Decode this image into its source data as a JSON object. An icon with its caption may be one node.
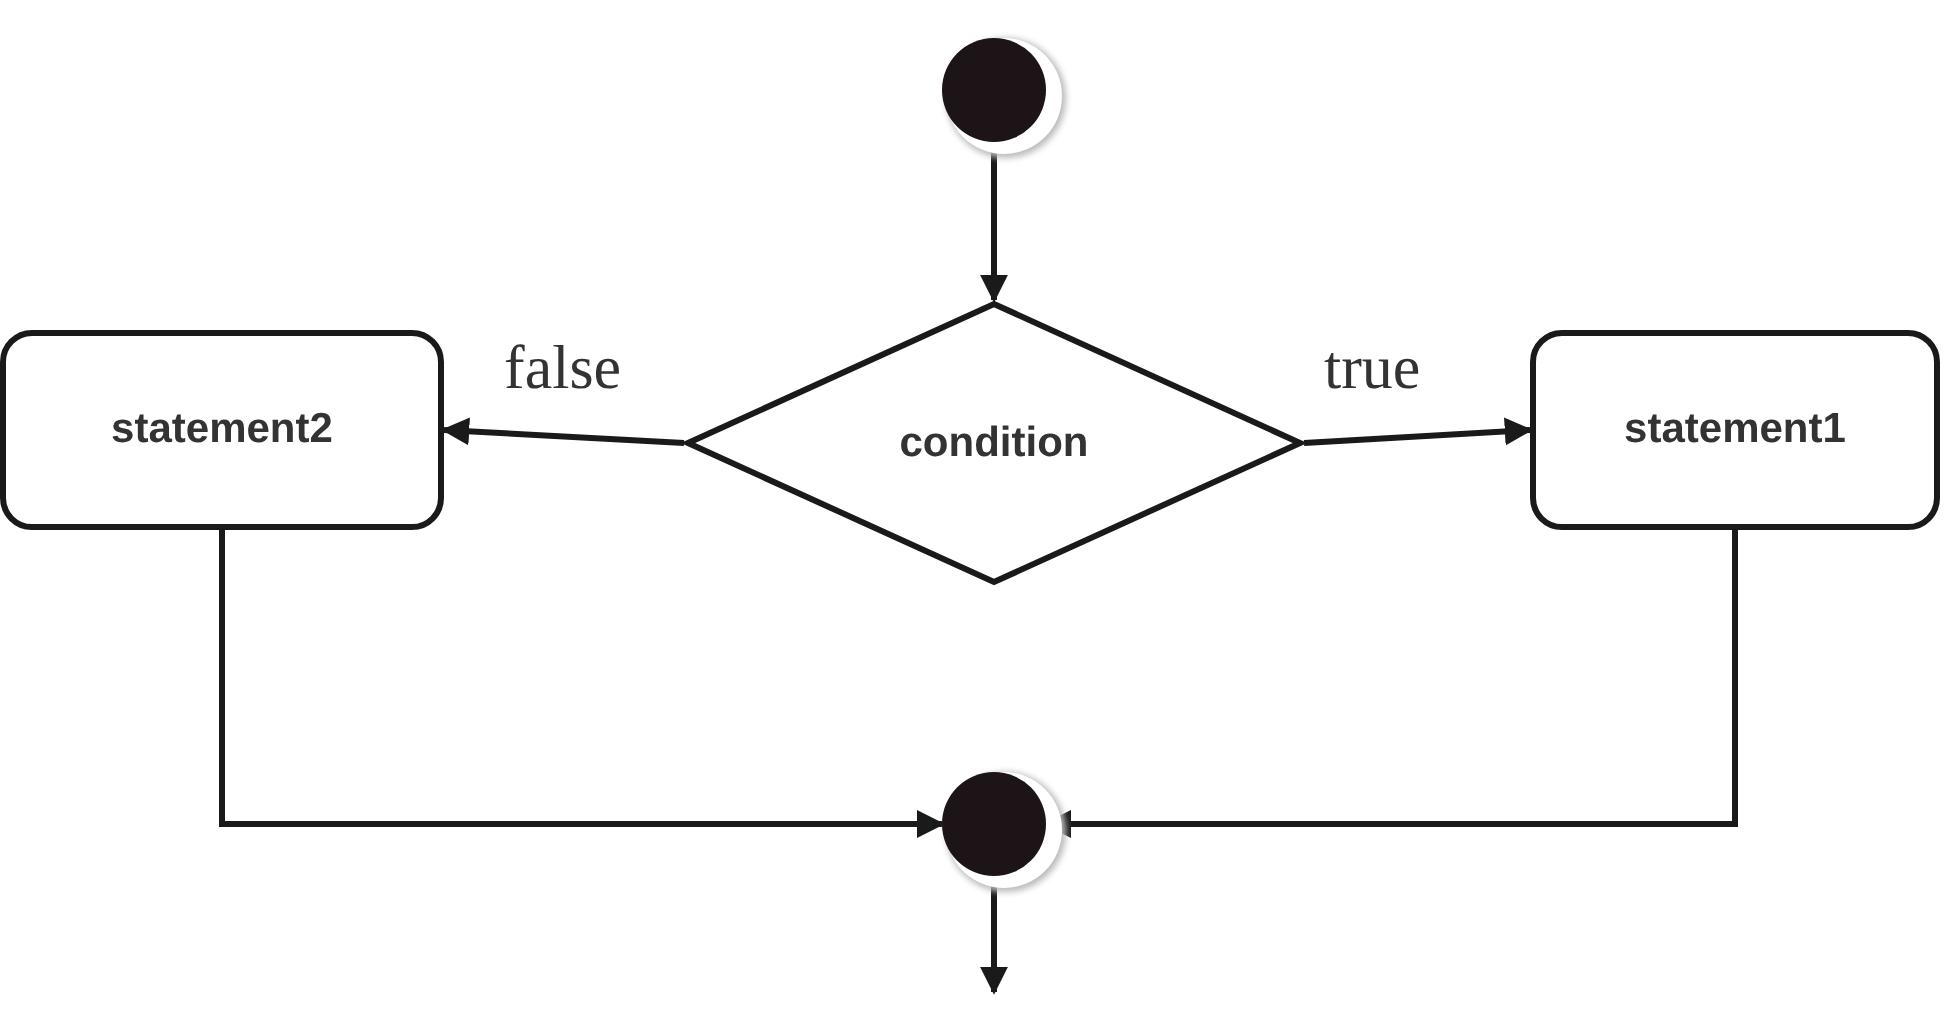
{
  "diagram": {
    "nodes": [
      {
        "text": [],
        "shape": "circle"
      },
      {
        "text": [
          "condition"
        ]
      },
      {
        "text": [
          "statement2"
        ]
      },
      {
        "text": [
          "statement1"
        ]
      },
      {
        "text": [],
        "shape": "circle"
      }
    ],
    "edges": [
      {
        "from": 0,
        "to": 1,
        "arrow": "to"
      },
      {
        "from": 1,
        "to": 2,
        "arrow": "to",
        "label": "false"
      },
      {
        "from": 1,
        "to": 3,
        "arrow": "to",
        "label": "true"
      },
      {
        "from": 2,
        "to": 4,
        "arrow": "to"
      },
      {
        "from": 3,
        "to": 4,
        "arrow": "to"
      },
      {
        "from": 4,
        "to": null,
        "arrow": "to"
      }
    ]
  }
}
